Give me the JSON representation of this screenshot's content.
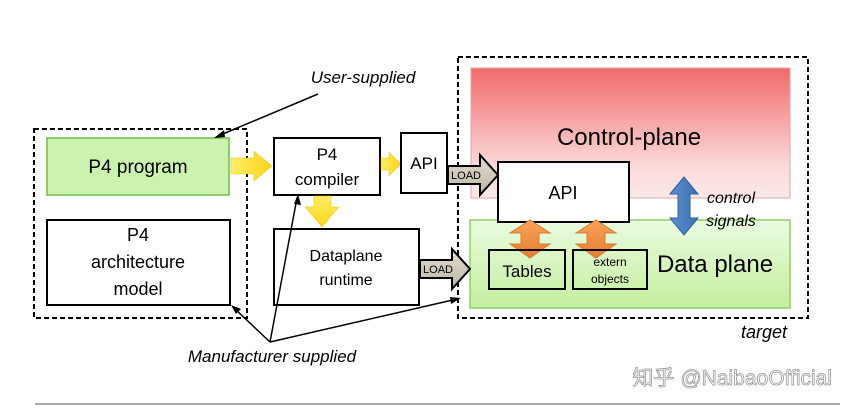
{
  "labels": {
    "user_supplied": "User-supplied",
    "manufacturer_supplied": "Manufacturer supplied",
    "target": "target",
    "watermark": "知乎 @NaibaoOfficial"
  },
  "boxes": {
    "p4_program": "P4 program",
    "p4_arch": [
      "P4",
      "architecture",
      "model"
    ],
    "p4_compiler": [
      "P4",
      "compiler"
    ],
    "api_small": "API",
    "dataplane_runtime": [
      "Dataplane",
      "runtime"
    ],
    "control_plane": "Control-plane",
    "api_main": "API",
    "data_plane": "Data plane",
    "tables": "Tables",
    "extern_objects": [
      "extern",
      "objects"
    ]
  },
  "arrows": {
    "load_top": "LOAD",
    "load_bottom": "LOAD",
    "control_signals": [
      "control",
      "signals"
    ]
  },
  "colors": {
    "green_fill": "#ccf2b0",
    "red_fill": "#f27878",
    "arrow_yellow": "#ffe033",
    "arrow_orange": "#ef8c40",
    "arrow_blue": "#4a7fc0"
  }
}
